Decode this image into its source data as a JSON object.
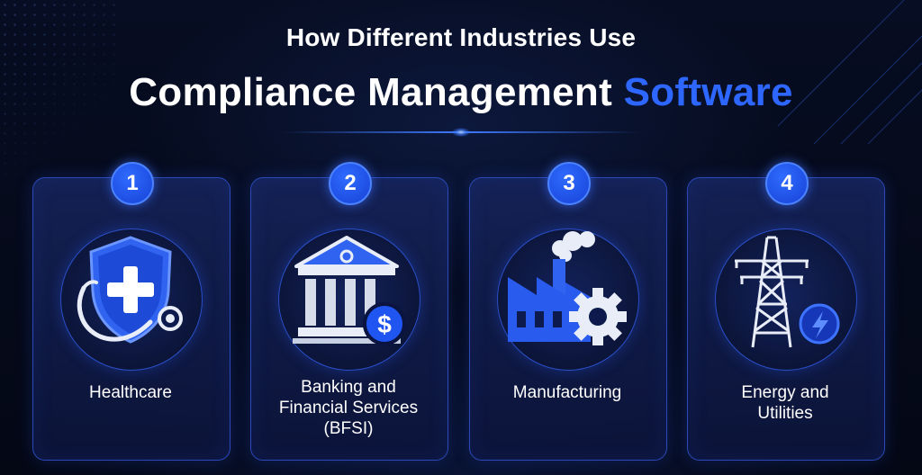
{
  "header": {
    "line1": "How Different Industries Use",
    "line2_main": "Compliance Management",
    "line2_accent": "Software"
  },
  "colors": {
    "background": "#060b1c",
    "accent": "#2e67ff",
    "card_border": "#2b49b8",
    "text": "#ffffff"
  },
  "industries": [
    {
      "number": "1",
      "label": "Healthcare",
      "icon": "shield-medical-icon"
    },
    {
      "number": "2",
      "label_lines": [
        "Banking and",
        "Financial Services",
        "(BFSI)"
      ],
      "icon": "bank-dollar-icon"
    },
    {
      "number": "3",
      "label": "Manufacturing",
      "icon": "factory-gear-icon"
    },
    {
      "number": "4",
      "label_lines": [
        "Energy and",
        "Utilities"
      ],
      "icon": "power-tower-bolt-icon"
    }
  ],
  "icon_glyphs": {
    "dollar": "$"
  }
}
